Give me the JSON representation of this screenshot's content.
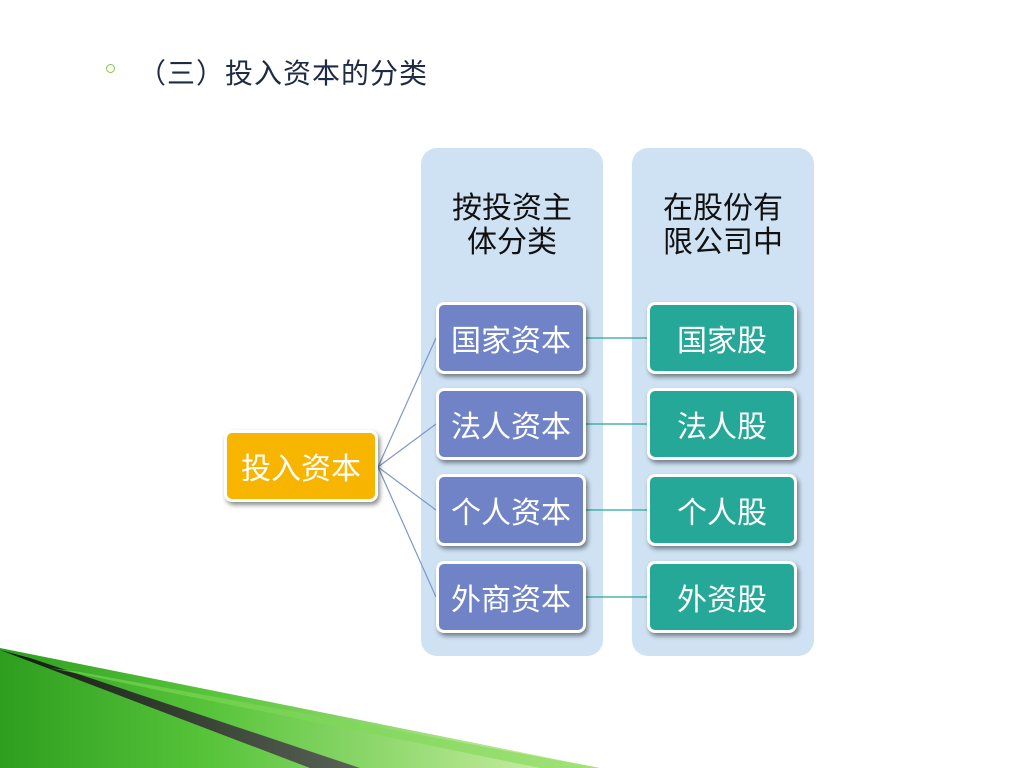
{
  "title": "（三）投入资本的分类",
  "root": "投入资本",
  "column_by_investor": {
    "header_line1": "按投资主",
    "header_line2": "体分类",
    "items": [
      "国家资本",
      "法人资本",
      "个人资本",
      "外商资本"
    ]
  },
  "column_joint_stock": {
    "header_line1": "在股份有",
    "header_line2": "限公司中",
    "items": [
      "国家股",
      "法人股",
      "个人股",
      "外资股"
    ]
  },
  "colors": {
    "root": "#f7b500",
    "capital_node": "#7083c6",
    "share_node": "#26a898",
    "column_background": "#cfe2f3",
    "connector": "#7f97c8",
    "bullet": "#8bc34a"
  }
}
